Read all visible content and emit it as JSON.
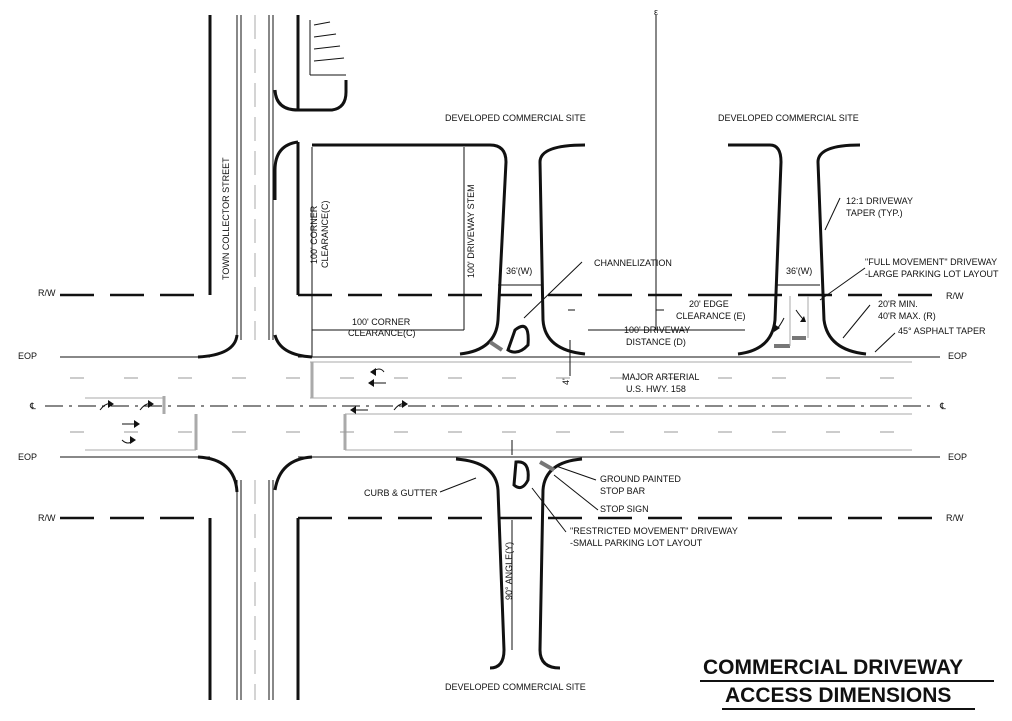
{
  "title": {
    "line1": "COMMERCIAL DRIVEWAY",
    "line2": "ACCESS DIMENSIONS"
  },
  "streets": {
    "collector": "TOWN COLLECTOR STREET",
    "arterial_line1": "MAJOR ARTERIAL",
    "arterial_line2": "U.S. HWY. 158"
  },
  "sites": {
    "top_left": "DEVELOPED COMMERCIAL SITE",
    "top_right": "DEVELOPED COMMERCIAL SITE",
    "bottom": "DEVELOPED COMMERCIAL SITE"
  },
  "edge_labels": {
    "rw": "R/W",
    "eop": "EOP",
    "centerline": "℄"
  },
  "dimensions": {
    "corner_clearance_vertical_1": "100' CORNER",
    "corner_clearance_vertical_2": "CLEARANCE(C)",
    "corner_clearance_horizontal_1": "100' CORNER",
    "corner_clearance_horizontal_2": "CLEARANCE(C)",
    "driveway_stem": "100' DRIVEWAY STEM",
    "width_left": "36'(W)",
    "width_right": "36'(W)",
    "edge_clearance_1": "20' EDGE",
    "edge_clearance_2": "CLEARANCE (E)",
    "driveway_distance_1": "100' DRIVEWAY",
    "driveway_distance_2": "DISTANCE (D)",
    "four_ft": "4'",
    "angle": "90° ANGLE(Y)"
  },
  "callouts": {
    "channelization": "CHANNELIZATION",
    "taper_1": "12:1 DRIVEWAY",
    "taper_2": "TAPER (TYP.)",
    "full_movement_1": "\"FULL MOVEMENT\" DRIVEWAY",
    "full_movement_2": "-LARGE PARKING LOT LAYOUT",
    "radius_1": "20'R MIN.",
    "radius_2": "40'R MAX. (R)",
    "asphalt_taper": "45° ASPHALT TAPER",
    "curb_gutter": "CURB & GUTTER",
    "stop_bar_1": "GROUND PAINTED",
    "stop_bar_2": "STOP BAR",
    "stop_sign": "STOP SIGN",
    "restricted_1": "\"RESTRICTED MOVEMENT\" DRIVEWAY",
    "restricted_2": "-SMALL PARKING LOT LAYOUT"
  }
}
